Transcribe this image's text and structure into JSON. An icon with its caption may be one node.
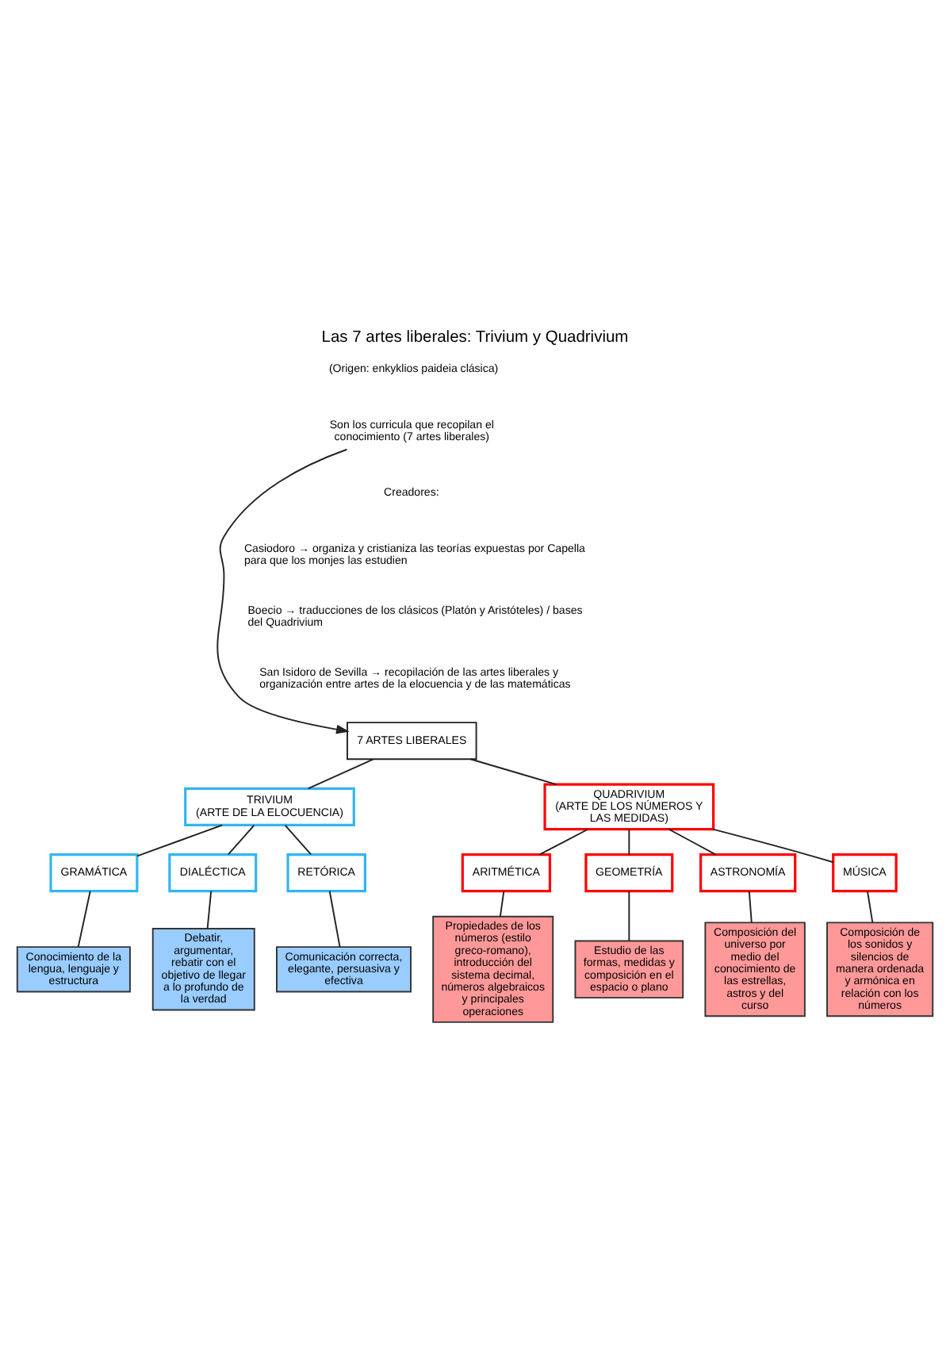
{
  "diagram": {
    "title": "Las 7 artes liberales: Trivium y Quadrivium",
    "nodes": [
      {
        "text": [
          "Son los curricula que recopilan el conocimiento (7 artes liberales)"
        ]
      },
      {
        "text": [
          "7 ARTES LIBERALES"
        ]
      },
      {
        "text": [
          "TRIVIUM",
          "(ARTE DE LA ELOCUENCIA)"
        ]
      },
      {
        "text": [
          "QUADRIVIUM",
          "(ARTE DE LOS NÚMEROS Y LAS MEDIDAS)"
        ]
      },
      {
        "text": [
          "GRAMÁTICA"
        ]
      },
      {
        "text": [
          "DIALÉCTICA"
        ]
      },
      {
        "text": [
          "Conocimiento de la lengua, lenguaje y estructura"
        ]
      },
      {
        "text": [
          "Debatir, argumentar, rebatir con el objetivo de llegar a lo profundo de la verdad"
        ]
      },
      {
        "text": [
          "RETÓRICA"
        ]
      },
      {
        "text": [
          "Comunicación correcta, elegante, persuasiva y efectiva"
        ]
      },
      {
        "text": [
          "ARITMÉTICA"
        ]
      },
      {
        "text": [
          "GEOMETRÍA"
        ]
      },
      {
        "text": [
          "Propiedades de los números (estilo greco-romano), introducción del sistema decimal, números algebraicos y principales operaciones"
        ]
      },
      {
        "text": [
          "Estudio de las formas, medidas y composición en el espacio o plano"
        ]
      },
      {
        "text": [
          "ASTRONOMÍA"
        ]
      },
      {
        "text": [
          "MÚSICA"
        ]
      },
      {
        "text": [
          "Composición del universo por medio del conocimiento de las estrellas, astros y del curso"
        ]
      },
      {
        "text": [
          "Composición de los sonidos y silencios de manera ordenada y armónica en relación con los números"
        ]
      }
    ],
    "edges": [
      {
        "from": 0,
        "to": 1,
        "arrow": "to"
      },
      {
        "from": 1,
        "to": 2,
        "arrow": "none"
      },
      {
        "from": 1,
        "to": 3,
        "arrow": "none"
      },
      {
        "from": 2,
        "to": 4,
        "arrow": "none"
      },
      {
        "from": 2,
        "to": 5,
        "arrow": "none"
      },
      {
        "from": 2,
        "to": 8,
        "arrow": "none"
      },
      {
        "from": 4,
        "to": 6,
        "arrow": "none"
      },
      {
        "from": 5,
        "to": 7,
        "arrow": "none"
      },
      {
        "from": 8,
        "to": 9,
        "arrow": "none"
      },
      {
        "from": 3,
        "to": 10,
        "arrow": "none"
      },
      {
        "from": 3,
        "to": 11,
        "arrow": "none"
      },
      {
        "from": 3,
        "to": 14,
        "arrow": "none"
      },
      {
        "from": 3,
        "to": 15,
        "arrow": "none"
      },
      {
        "from": 10,
        "to": 12,
        "arrow": "none"
      },
      {
        "from": 11,
        "to": 13,
        "arrow": "none"
      },
      {
        "from": 14,
        "to": 16,
        "arrow": "none"
      },
      {
        "from": 15,
        "to": 17,
        "arrow": "none"
      }
    ],
    "labels": [
      "(Origen: enkyklios paideia clásica)",
      "Creadores:",
      "Casiodoro → organiza y cristianiza las teorías expuestas por Capella para que los monjes las estudien",
      "Boecio → traducciones de los clásicos (Platón y Aristóteles) / bases del Quadrivium",
      "San Isidoro de Sevilla → recopilación de las artes liberales y organización entre artes de la elocuencia y de las matemáticas"
    ]
  }
}
